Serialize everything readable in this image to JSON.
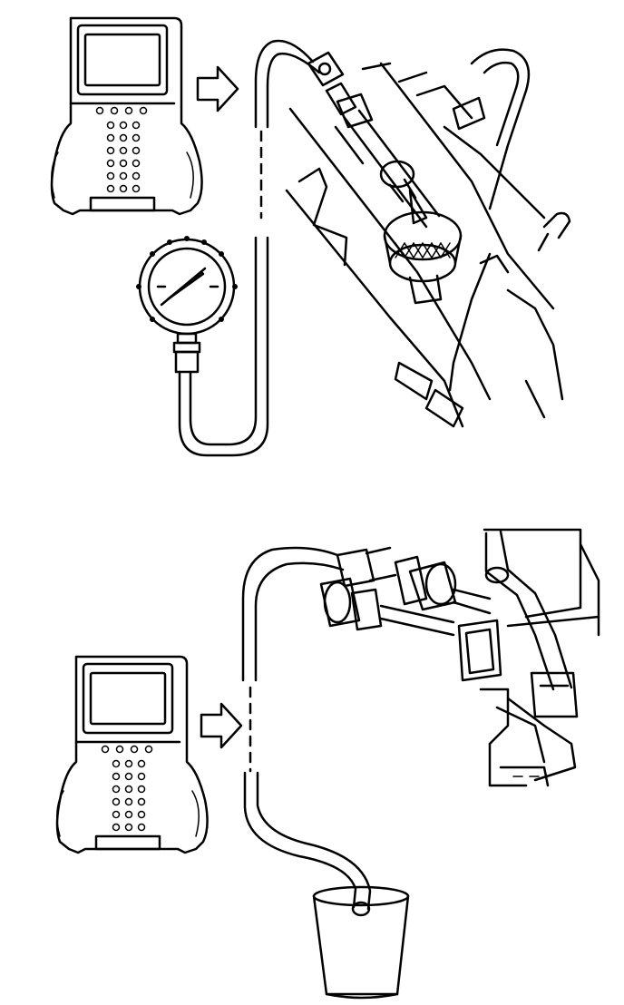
{
  "figure": {
    "colors": {
      "ink": "#000000",
      "paper": "#ffffff"
    },
    "panels": [
      {
        "id": "top",
        "items": [
          "scan-tool-icon",
          "arrow-icon",
          "pressure-gauge-icon",
          "fuel-rail-assembly"
        ]
      },
      {
        "id": "bottom",
        "items": [
          "scan-tool-icon",
          "arrow-icon",
          "drain-container-icon",
          "fuel-line-fitting"
        ]
      }
    ]
  }
}
